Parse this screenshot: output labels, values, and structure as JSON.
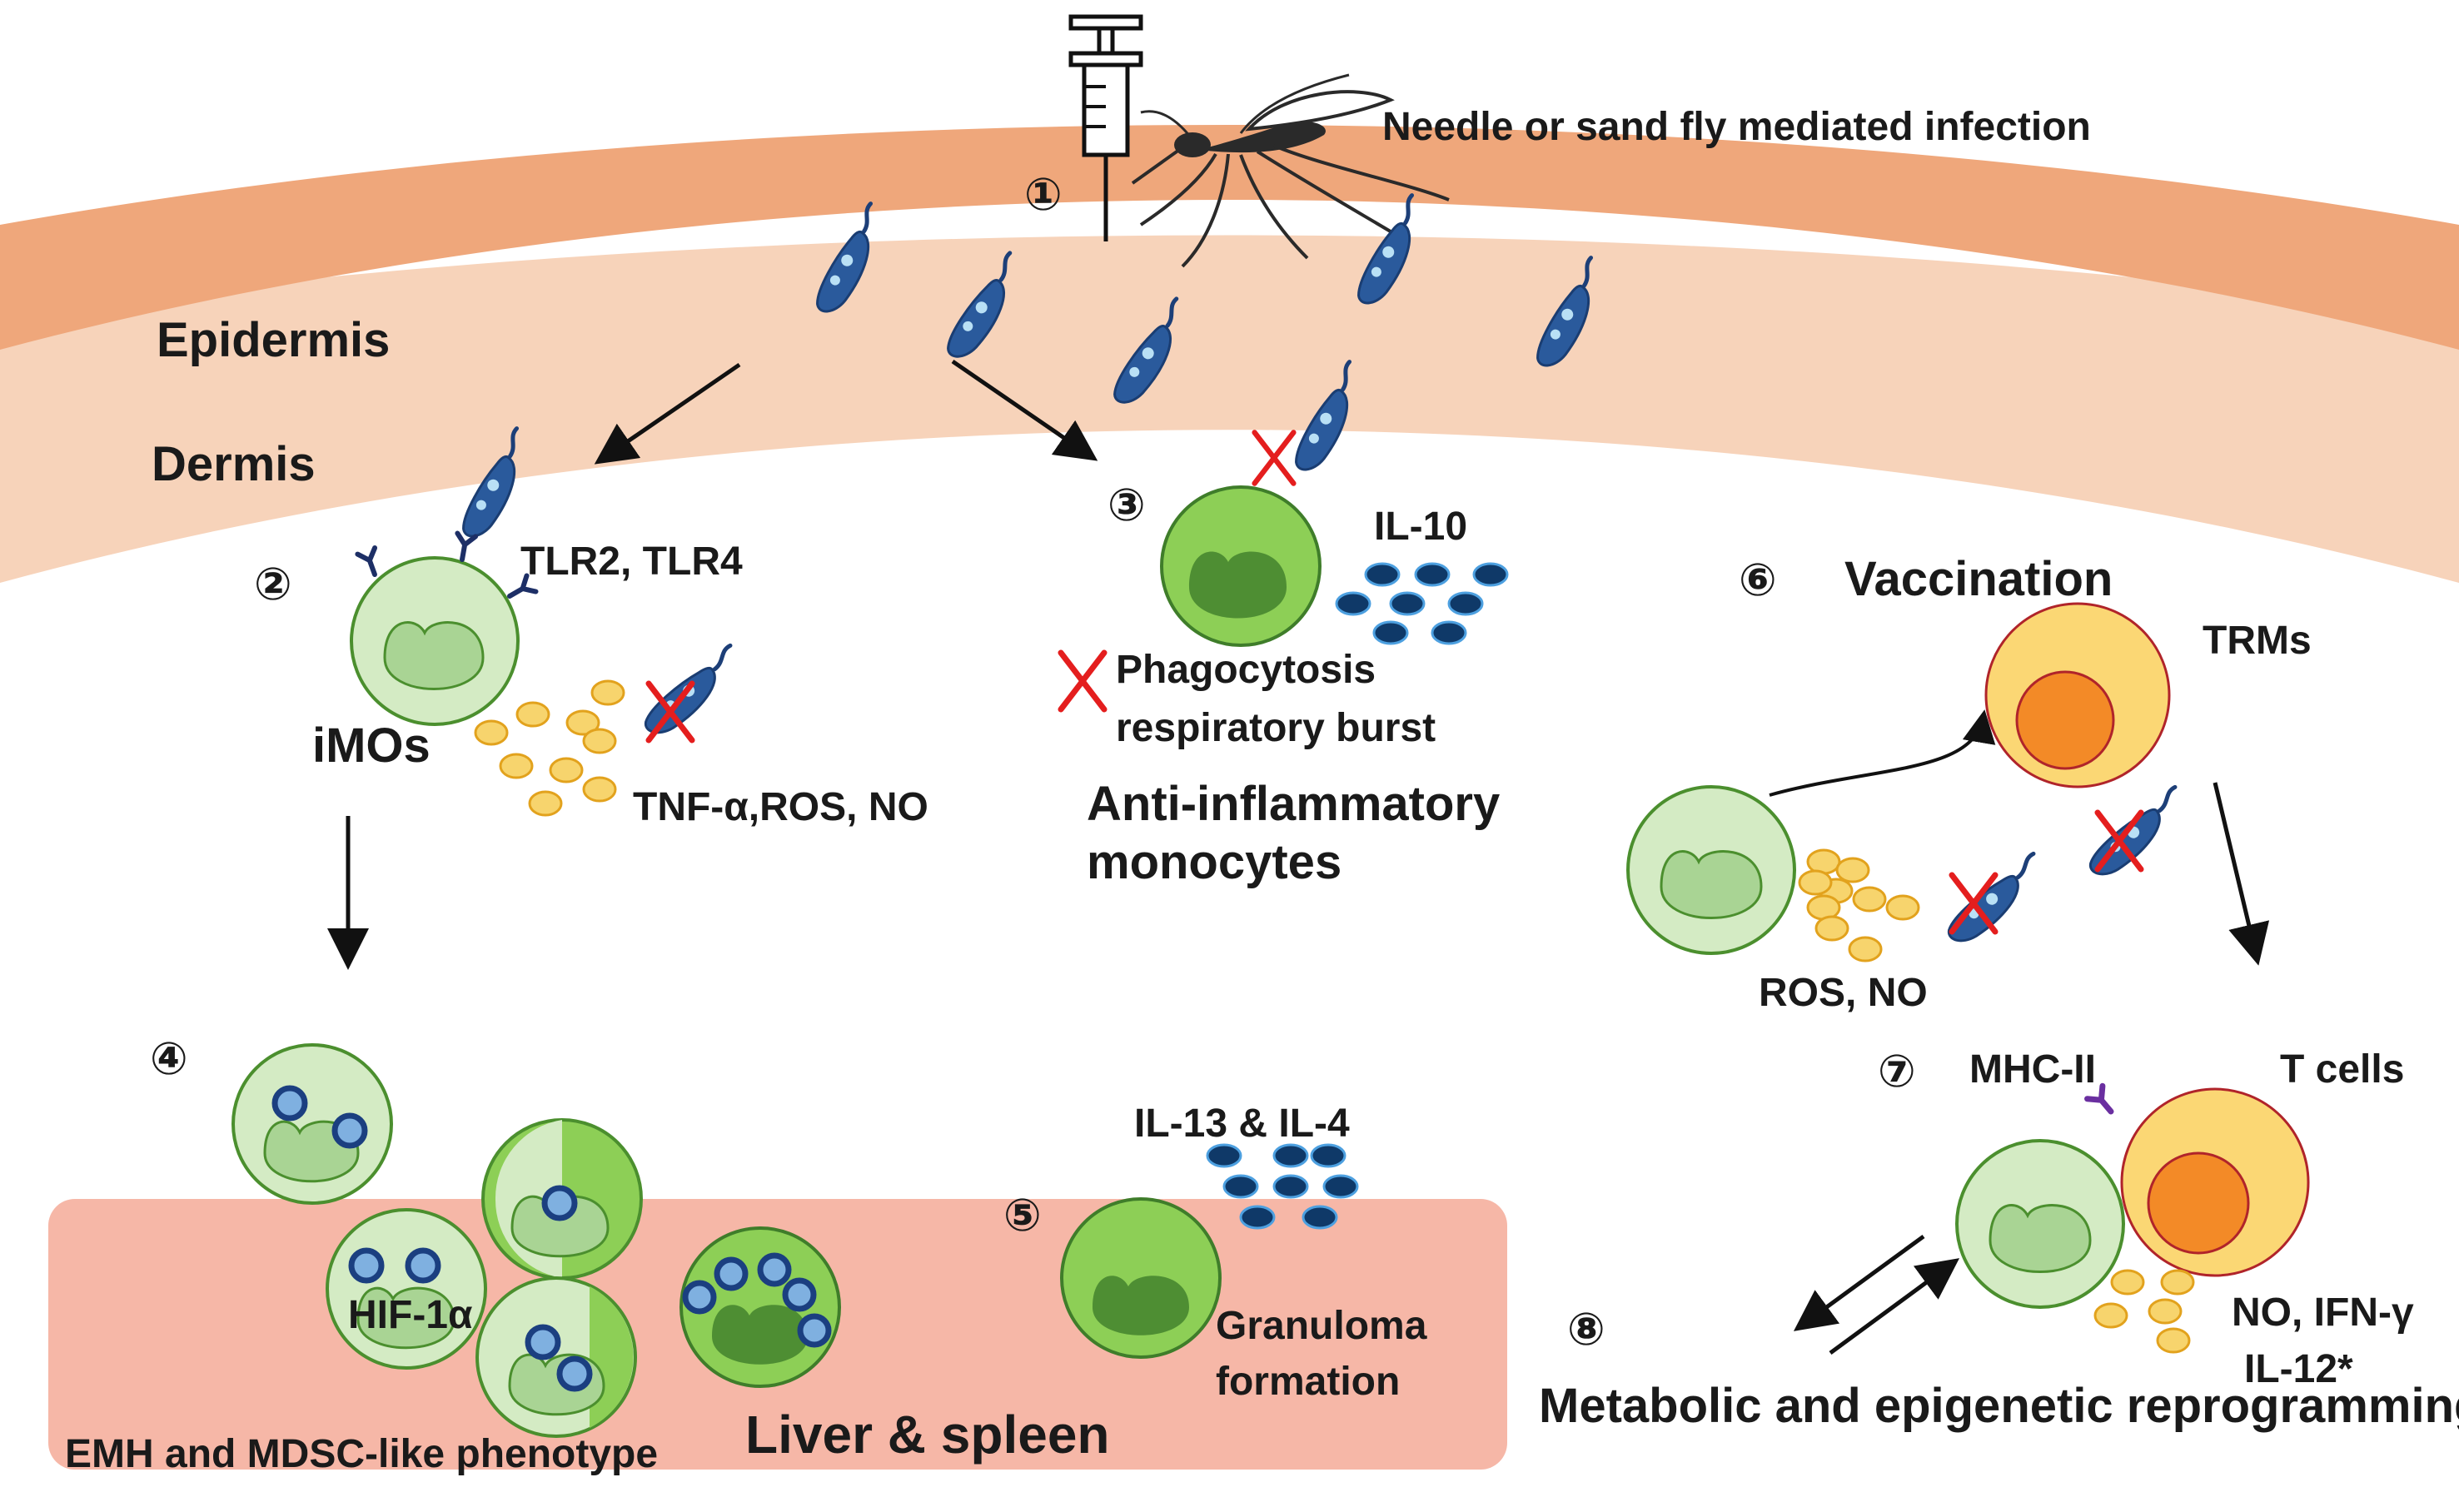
{
  "colors": {
    "epidermis": "#efa77b",
    "dermis": "#f7d3ba",
    "organ": "#f6b7a7",
    "monocyte_light": "#d4ebc4",
    "monocyte_mid": "#8dcf56",
    "nucleus": "#a9d494",
    "nucleus_dark": "#3f7d2a",
    "parasite": "#2a5a9c",
    "cytokine_yellow": "#f7d46d",
    "cytokine_dark": "#0f3968",
    "tcell_outer": "#fbd774",
    "tcell_inner": "#f38a27",
    "cross": "#e41e1e"
  },
  "icons": {
    "syringe": "syringe-icon",
    "sandfly": "sandfly-icon",
    "parasite": "leishmania-parasite-icon",
    "block": "red-cross-icon"
  },
  "header": {
    "infection": "Needle or sand fly mediated infection"
  },
  "layers": {
    "epidermis": "Epidermis",
    "dermis": "Dermis"
  },
  "steps": {
    "s1": "①",
    "s2": "②",
    "s3": "③",
    "s4": "④",
    "s5": "⑤",
    "s6": "⑥",
    "s7": "⑦",
    "s8": "⑧"
  },
  "labels": {
    "tlr": "TLR2, TLR4",
    "imos": "iMOs",
    "tnf": "TNF-α,ROS, NO",
    "il10": "IL-10",
    "phagocytosis": "Phagocytosis",
    "respiratory": "respiratory burst",
    "anti_line1": "Anti-inflammatory",
    "anti_line2": "monocytes",
    "vaccination": "Vaccination",
    "trms": "TRMs",
    "ros_no": "ROS, NO",
    "mhc": "MHC-II",
    "tcells": "T cells",
    "no_ifn": "NO, IFN-γ",
    "il12": "IL-12*",
    "il13": "IL-13 & IL-4",
    "granuloma1": "Granuloma",
    "granuloma2": "formation",
    "hif": "HIF-1α",
    "emh": "EMH and MDSC-like phenotype",
    "liver": "Liver & spleen",
    "metabolic": "Metabolic and epigenetic reprogramming?"
  }
}
